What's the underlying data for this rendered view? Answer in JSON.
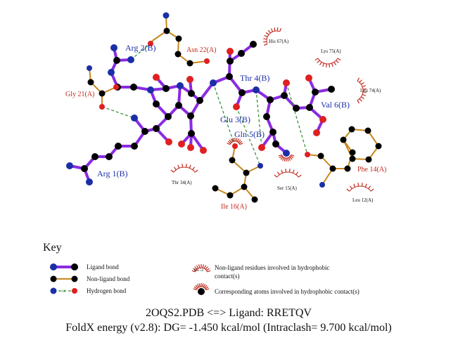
{
  "colors": {
    "ligand_bond": "#8a2be2",
    "nonligand_bond": "#c8871e",
    "hydrogen_bond": "#2e8b2e",
    "carbon": "#000000",
    "nitrogen": "#1b2ea8",
    "oxygen": "#e02020",
    "hydrophobic": "#c0281c"
  },
  "ligand_residues": [
    {
      "id": "arg2",
      "label": "Arg 2(B)"
    },
    {
      "id": "thr4",
      "label": "Thr 4(B)"
    },
    {
      "id": "val6",
      "label": "Val 6(B)"
    },
    {
      "id": "glu3",
      "label": "Glu 3(B)"
    },
    {
      "id": "gln5",
      "label": "Gln 5(B)"
    },
    {
      "id": "arg1",
      "label": "Arg 1(B)"
    }
  ],
  "bonded_residues": [
    {
      "id": "asn22",
      "label": "Asn 22(A)"
    },
    {
      "id": "gly21",
      "label": "Gly 21(A)"
    },
    {
      "id": "phe14",
      "label": "Phe 14(A)"
    },
    {
      "id": "ile16",
      "label": "Ile 16(A)"
    }
  ],
  "hydrophobic_residues": [
    {
      "id": "his67",
      "label": "His 67(A)"
    },
    {
      "id": "lys75",
      "label": "Lys 75(A)"
    },
    {
      "id": "leu74",
      "label": "Leu 74(A)"
    },
    {
      "id": "thr34",
      "label": "Thr 34(A)"
    },
    {
      "id": "ser15",
      "label": "Ser 15(A)"
    },
    {
      "id": "leu12",
      "label": "Leu 12(A)"
    }
  ],
  "key": {
    "title": "Key",
    "ligand_bond": "Ligand bond",
    "nonligand_bond": "Non-ligand bond",
    "hydrogen_bond": "Hydrogen bond",
    "hb_distance": "3.0",
    "sample_residue": "His 53",
    "hydrophobic_residues_line1": "Non-ligand residues involved in hydrophobic",
    "hydrophobic_residues_line2": "contact(s)",
    "hydrophobic_atoms": "Corresponding atoms involved in hydrophobic contact(s)"
  },
  "footer": {
    "line1": "2OQS2.PDB <=> Ligand: RRETQV",
    "line2": "FoldX energy (v2.8): DG= -1.450 kcal/mol (Intraclash= 9.700 kcal/mol)"
  }
}
